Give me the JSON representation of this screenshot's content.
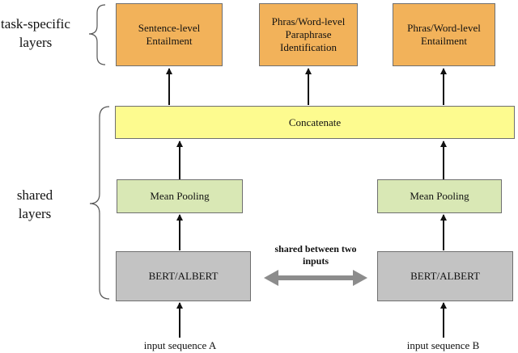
{
  "groups": {
    "task_specific": "task-specific\nlayers",
    "shared": "shared\nlayers"
  },
  "boxes": {
    "task_1": "Sentence-level Entailment",
    "task_2": "Phras/Word-level Paraphrase Identification",
    "task_3": "Phras/Word-level Entailment",
    "concatenate": "Concatenate",
    "mean_pooling_a": "Mean Pooling",
    "mean_pooling_b": "Mean Pooling",
    "encoder_a": "BERT/ALBERT",
    "encoder_b": "BERT/ALBERT"
  },
  "shared_note": "shared between two inputs",
  "inputs": {
    "a": "input sequence A",
    "b": "input sequence B"
  },
  "colors": {
    "task": "#f2b25a",
    "concat": "#fdfb8f",
    "pool": "#d9e8b5",
    "encoder": "#c3c3c3",
    "double_arrow": "#8c8c8c"
  }
}
